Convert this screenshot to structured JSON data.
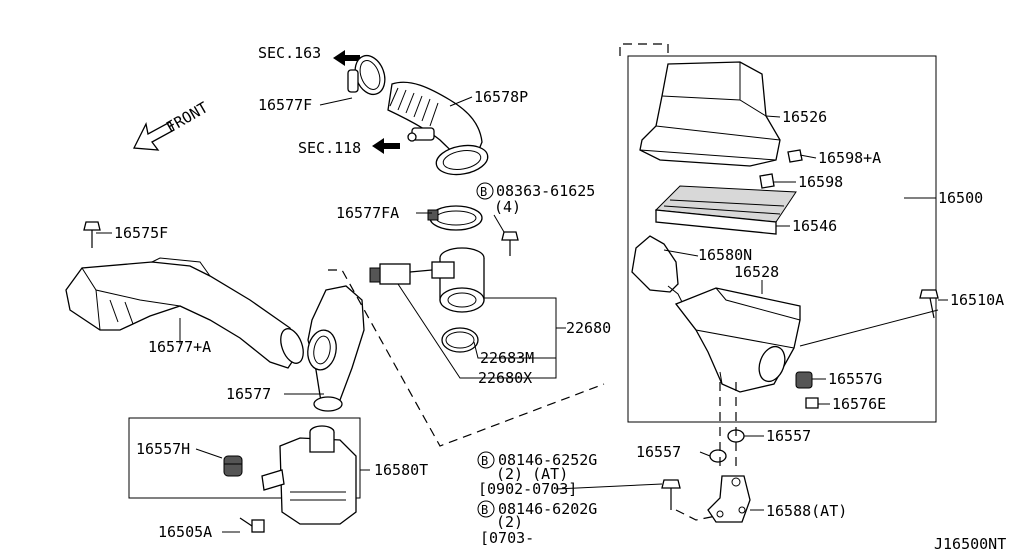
{
  "labels": {
    "sec163": "SEC.163",
    "sec118": "SEC.118",
    "front": "FRONT",
    "p16577F": "16577F",
    "p16578P": "16578P",
    "p16577FA": "16577FA",
    "b08363": "08363-61625",
    "q4": "(4)",
    "p16575F": "16575F",
    "p16577A": "16577+A",
    "p16577": "16577",
    "p22680": "22680",
    "p22683M": "22683M",
    "p22680X": "22680X",
    "p16557H": "16557H",
    "p16580T": "16580T",
    "p16505A": "16505A",
    "p16526": "16526",
    "p16598A": "16598+A",
    "p16598": "16598",
    "p16500": "16500",
    "p16546": "16546",
    "p16580N": "16580N",
    "p16528": "16528",
    "p16510A": "16510A",
    "p16557G": "16557G",
    "p16576E": "16576E",
    "p16557a": "16557",
    "p16557b": "16557",
    "b08146a": "08146-6252G",
    "q2at": "(2) (AT)",
    "range1": "[0902-0703]",
    "b08146b": "08146-6202G",
    "q2": "(2)",
    "range2": "[0703-",
    "p16588": "16588(AT)",
    "diagram_id": "J16500NT",
    "bolt_marker": "B"
  }
}
